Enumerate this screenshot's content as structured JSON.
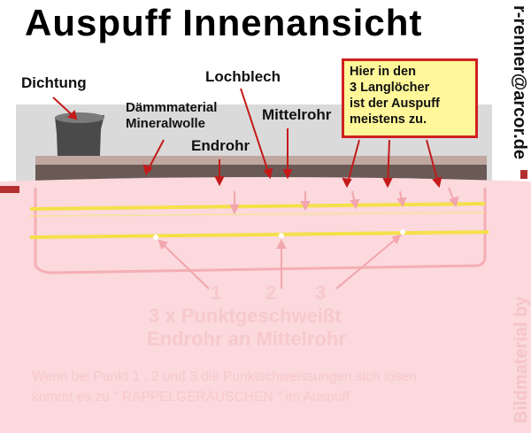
{
  "title": "Auspuff  Innenansicht",
  "labels": {
    "dichtung": "Dichtung",
    "daemm_1": "Dämmmaterial",
    "daemm_2": "Mineralwolle",
    "lochblech": "Lochblech",
    "mittelrohr": "Mittelrohr",
    "endrohr": "Endrohr"
  },
  "note_lines": [
    "Hier in den",
    "3 Langlöcher",
    "ist der Auspuff",
    "meistens zu."
  ],
  "side_email": "r-renner@arcor.de",
  "side_credit": "Bildmaterial by",
  "points": [
    "1",
    "2",
    "3"
  ],
  "weld_line1": "3 x Punktgeschweißt",
  "weld_line2": "Endrohr an Mittelrohr",
  "caption_line1": "Wenn bei Punkt 1 , 2 und 3  die Punktschweissungen sich lösen",
  "caption_line2": "kommt es zu \" RAPPELGERÄUSCHEN \" im Auspuff",
  "colors": {
    "note_bg": "#fff79a",
    "note_border": "#d02020",
    "pipe_line": "#f5e04a",
    "overlay": "#fbd9dc"
  }
}
